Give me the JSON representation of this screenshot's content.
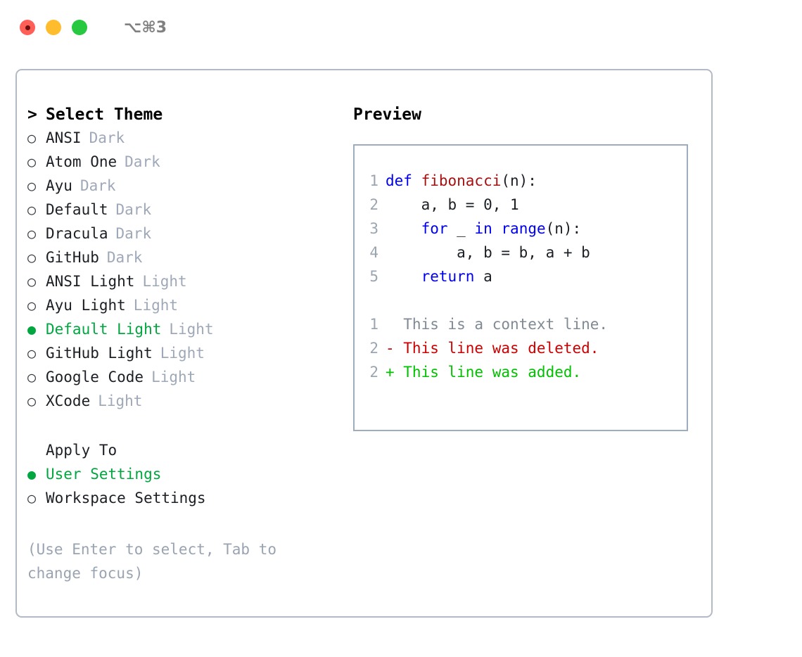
{
  "titlebar": {
    "shortcut": "⌥⌘3",
    "buttons": [
      {
        "name": "close",
        "color": "#ff5f57"
      },
      {
        "name": "minimize",
        "color": "#ffbd2e"
      },
      {
        "name": "zoom",
        "color": "#28c840"
      }
    ]
  },
  "colors": {
    "selected_green": "#00a63f",
    "muted_gray": "#9fa8b8",
    "hint_gray": "#9aa3b2",
    "keyword_blue": "#0000ee",
    "function_red": "#a81010",
    "diff_deleted": "#cc0000",
    "diff_added": "#00c000",
    "panel_border": "#b2bac6",
    "preview_border": "#9facbd"
  },
  "theme_list": {
    "header": "> Select Theme",
    "caret": ">",
    "header_label": "Select Theme",
    "bullet_unselected": "○",
    "bullet_selected": "●",
    "items": [
      {
        "name": "ANSI",
        "variant": "Dark",
        "selected": false
      },
      {
        "name": "Atom One",
        "variant": "Dark",
        "selected": false
      },
      {
        "name": "Ayu",
        "variant": "Dark",
        "selected": false
      },
      {
        "name": "Default",
        "variant": "Dark",
        "selected": false
      },
      {
        "name": "Dracula",
        "variant": "Dark",
        "selected": false
      },
      {
        "name": "GitHub",
        "variant": "Dark",
        "selected": false
      },
      {
        "name": "ANSI Light",
        "variant": "Light",
        "selected": false
      },
      {
        "name": "Ayu Light",
        "variant": "Light",
        "selected": false
      },
      {
        "name": "Default Light",
        "variant": "Light",
        "selected": true
      },
      {
        "name": "GitHub Light",
        "variant": "Light",
        "selected": false
      },
      {
        "name": "Google Code",
        "variant": "Light",
        "selected": false
      },
      {
        "name": "XCode",
        "variant": "Light",
        "selected": false
      }
    ]
  },
  "apply_to": {
    "title": "Apply To",
    "items": [
      {
        "name": "User Settings",
        "selected": true
      },
      {
        "name": "Workspace Settings",
        "selected": false
      }
    ]
  },
  "hint": "(Use Enter to select, Tab to\nchange focus)",
  "preview": {
    "title": "Preview",
    "code": [
      {
        "lineno": "1",
        "tokens": [
          {
            "t": "def ",
            "c": "kw"
          },
          {
            "t": "fibonacci",
            "c": "fn"
          },
          {
            "t": "(n):",
            "c": "plain"
          }
        ]
      },
      {
        "lineno": "2",
        "tokens": [
          {
            "t": "    a, b = 0, 1",
            "c": "plain"
          }
        ]
      },
      {
        "lineno": "3",
        "tokens": [
          {
            "t": "    ",
            "c": "plain"
          },
          {
            "t": "for",
            "c": "kw"
          },
          {
            "t": " _ ",
            "c": "plain"
          },
          {
            "t": "in",
            "c": "kw"
          },
          {
            "t": " ",
            "c": "plain"
          },
          {
            "t": "range",
            "c": "kw"
          },
          {
            "t": "(n):",
            "c": "plain"
          }
        ]
      },
      {
        "lineno": "4",
        "tokens": [
          {
            "t": "        a, b = b, a + b",
            "c": "plain"
          }
        ]
      },
      {
        "lineno": "5",
        "tokens": [
          {
            "t": "    ",
            "c": "plain"
          },
          {
            "t": "return",
            "c": "kw"
          },
          {
            "t": " a",
            "c": "plain"
          }
        ]
      }
    ],
    "diff": [
      {
        "lineno": "1",
        "text": "  This is a context line.",
        "kind": "context"
      },
      {
        "lineno": "2",
        "text": "- This line was deleted.",
        "kind": "deleted"
      },
      {
        "lineno": "2",
        "text": "+ This line was added.",
        "kind": "added"
      }
    ]
  }
}
